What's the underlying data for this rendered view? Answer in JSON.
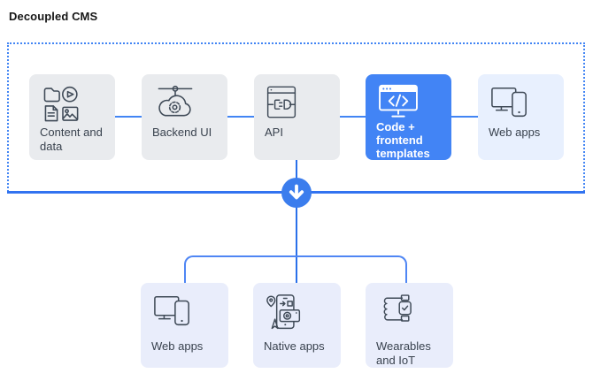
{
  "title": "Decoupled CMS",
  "colors": {
    "accent": "#4285f4",
    "cms_box_gray": "#e9ebee",
    "highlight_box_blue": "#4284f5",
    "webapps_box_lightblue": "#e8f0fe",
    "client_box_lightblue": "#e9edfb",
    "connector_line": "#3273f0",
    "label_text": "#39424e"
  },
  "cms_group": {
    "nodes": [
      {
        "label": "Content and data",
        "icon": "content-data-icon",
        "variant": "gray"
      },
      {
        "label": "Backend UI",
        "icon": "backend-ui-icon",
        "variant": "gray"
      },
      {
        "label": "API",
        "icon": "api-icon",
        "variant": "gray"
      },
      {
        "label": "Code + frontend templates",
        "icon": "code-templates-icon",
        "variant": "blue"
      },
      {
        "label": "Web apps",
        "icon": "web-apps-icon",
        "variant": "lightblue"
      }
    ]
  },
  "connector": {
    "arrow_icon": "arrow-down-icon"
  },
  "clients_group": {
    "nodes": [
      {
        "label": "Web apps",
        "icon": "web-apps-icon"
      },
      {
        "label": "Native apps",
        "icon": "native-apps-icon"
      },
      {
        "label": "Wearables and IoT",
        "icon": "wearables-iot-icon"
      }
    ]
  }
}
